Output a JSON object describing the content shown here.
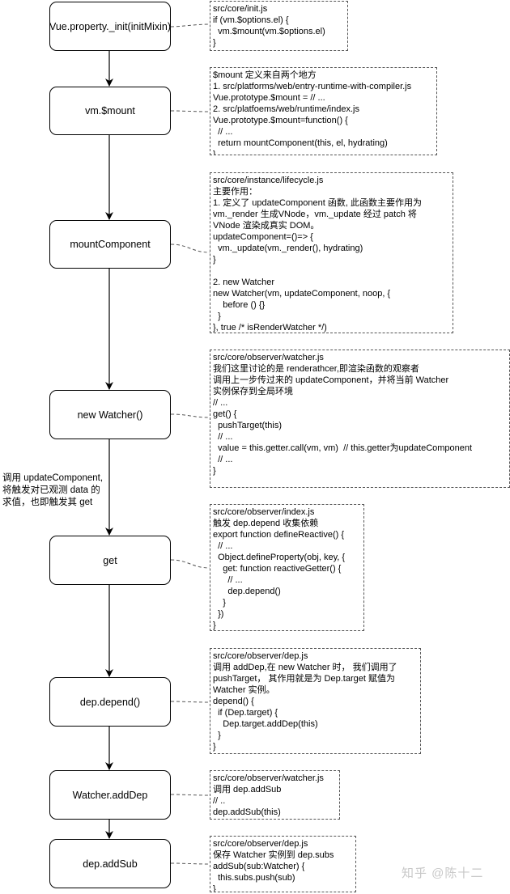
{
  "nodes": [
    {
      "id": "n1",
      "label": "Vue.property._init(initMixin)"
    },
    {
      "id": "n2",
      "label": "vm.$mount"
    },
    {
      "id": "n3",
      "label": "mountComponent"
    },
    {
      "id": "n4",
      "label": "new Watcher()"
    },
    {
      "id": "n5",
      "label": "get"
    },
    {
      "id": "n6",
      "label": "dep.depend()"
    },
    {
      "id": "n7",
      "label": "Watcher.addDep"
    },
    {
      "id": "n8",
      "label": "dep.addSub"
    }
  ],
  "notes": [
    {
      "id": "note1",
      "text": "src/core/init.js\nif (vm.$options.el) {\n  vm.$mount(vm.$options.el)\n}"
    },
    {
      "id": "note2",
      "text": "$mount 定义来自两个地方\n1. src/platforms/web/entry-runtime-with-compiler.js\nVue.prototype.$mount = // ...\n2. src/platfoems/web/runtime/index.js\nVue.prototype.$mount=function() {\n  // ...\n  return mountComponent(this, el, hydrating)\n}"
    },
    {
      "id": "note3",
      "text": "src/core/instance/lifecycle.js\n主要作用：\n1. 定义了 updateComponent 函数, 此函数主要作用为\nvm._render 生成VNode，vm._update 经过 patch 将\nVNode 渲染成真实 DOM。\nupdateComponent=()=> {\n  vm._update(vm._render(), hydrating)\n}\n\n2. new Watcher\nnew Watcher(vm, updateComponent, noop, {\n    before () {}\n  }\n}, true /* isRenderWatcher */)"
    },
    {
      "id": "note4",
      "text": "src/core/observer/watcher.js\n我们这里讨论的是 renderathcer,即渲染函数的观察者\n调用上一步传过来的 updateComponent，并将当前 Watcher\n实例保存到全局环境\n// ...\nget() {\n  pushTarget(this)\n  // ...\n  value = this.getter.call(vm, vm)  // this.getter为updateComponent\n  // ...\n}"
    },
    {
      "id": "note5",
      "text": "src/core/observer/index.js\n触发 dep.depend 收集依赖\nexport function defineReactive() {\n  // ...\n  Object.defineProperty(obj, key, {\n    get: function reactiveGetter() {\n      // ...\n      dep.depend()\n    }\n  })\n}"
    },
    {
      "id": "note6",
      "text": "src/core/observer/dep.js\n调用 addDep,在 new Watcher 时， 我们调用了\npushTarget， 其作用就是为 Dep.target 赋值为\nWatcher 实例。\ndepend() {\n  if (Dep.target) {\n    Dep.target.addDep(this)\n  }\n}"
    },
    {
      "id": "note7",
      "text": "src/core/observer/watcher.js\n调用 dep.addSub\n// ..\ndep.addSub(this)"
    },
    {
      "id": "note8",
      "text": "src/core/observer/dep.js\n保存 Watcher 实例到 dep.subs\naddSub(sub:Watcher) {\n  this.subs.push(sub)\n}"
    }
  ],
  "side_note": "调用 updateComponent,\n将触发对已观测 data 的\n求值，也即触发其 get",
  "watermark": "知乎 @陈十二"
}
